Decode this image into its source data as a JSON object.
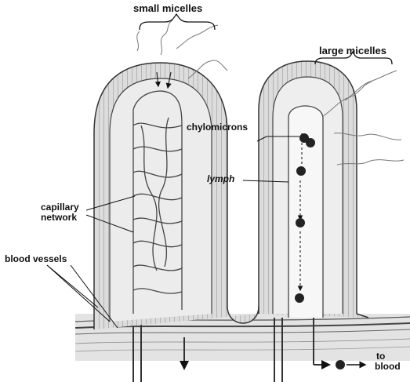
{
  "labels": {
    "small_micelles": "small micelles",
    "large_micelles": "large micelles",
    "chylomicrons": "chylomicrons",
    "lymph": "lymph",
    "capillary_line1": "capillary",
    "capillary_line2": "network",
    "blood_vessels": "blood vessels",
    "to_blood_line1": "to",
    "to_blood_line2": "blood"
  },
  "icons": {
    "micelle": "wavy-fatty-acid-chain-icon",
    "chylomicron": "dark-sphere-icon",
    "arrow": "arrow-icon"
  },
  "colors": {
    "ink": "#111111",
    "tissue": "#e6e6e6",
    "tissue_dark": "#bdbdbd",
    "cell_line": "#555555",
    "vessel": "#444444"
  }
}
